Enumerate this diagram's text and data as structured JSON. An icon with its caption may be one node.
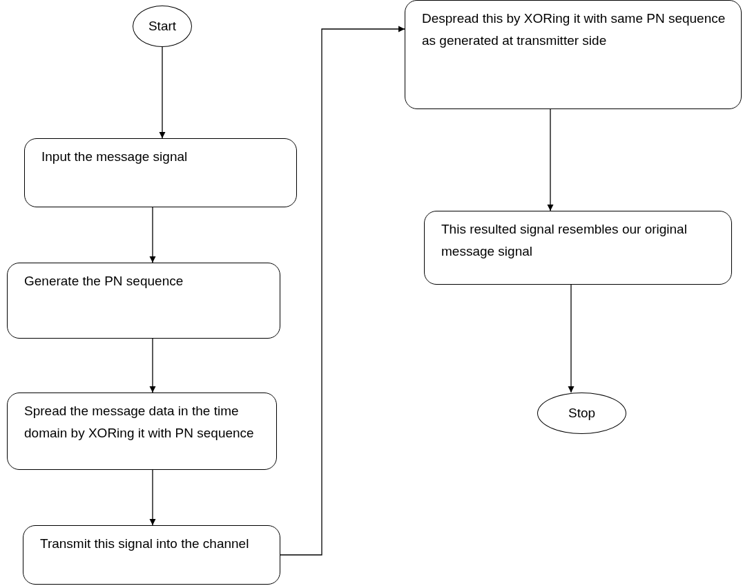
{
  "diagram": {
    "nodes": [
      {
        "text": [
          "Start"
        ]
      },
      {
        "text": [
          "Input the message signal"
        ]
      },
      {
        "text": [
          "Generate the PN sequence"
        ]
      },
      {
        "text": [
          "Spread the message data in the time domain by XORing it with PN sequence"
        ]
      },
      {
        "text": [
          "Transmit this signal into the channel"
        ]
      },
      {
        "text": [
          "Despread this by XORing it with same PN sequence as generated at transmitter side"
        ]
      },
      {
        "text": [
          "This resulted signal resembles our original message signal"
        ]
      },
      {
        "text": [
          "Stop"
        ]
      }
    ],
    "edges": [
      {
        "from": 0,
        "to": 1,
        "arrow": "to"
      },
      {
        "from": 1,
        "to": 2,
        "arrow": "to"
      },
      {
        "from": 2,
        "to": 3,
        "arrow": "to"
      },
      {
        "from": 3,
        "to": 4,
        "arrow": "to"
      },
      {
        "from": 4,
        "to": 5,
        "arrow": "to"
      },
      {
        "from": 5,
        "to": 6,
        "arrow": "to"
      },
      {
        "from": 6,
        "to": 7,
        "arrow": "to"
      }
    ]
  }
}
